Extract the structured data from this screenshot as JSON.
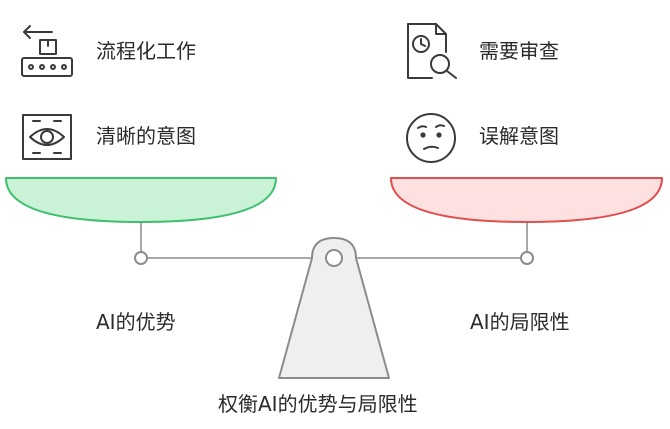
{
  "colors": {
    "stroke": "#3a3a3a",
    "left_pan_fill": "#c9f2d6",
    "left_pan_stroke": "#3dbf6e",
    "right_pan_fill": "#fde0e0",
    "right_pan_stroke": "#e24d4d",
    "beam": "#a8a8a8",
    "fulcrum_fill": "#efefef",
    "fulcrum_stroke": "#8c8c8c"
  },
  "left": {
    "items": [
      {
        "label": "流程化工作",
        "icon": "conveyor-box-icon"
      },
      {
        "label": "清晰的意图",
        "icon": "eye-icon"
      }
    ],
    "caption": "AI的优势"
  },
  "right": {
    "items": [
      {
        "label": "需要审查",
        "icon": "document-clock-search-icon"
      },
      {
        "label": "误解意图",
        "icon": "confused-face-icon"
      }
    ],
    "caption": "AI的局限性"
  },
  "footer": {
    "title": "权衡AI的优势与局限性"
  }
}
